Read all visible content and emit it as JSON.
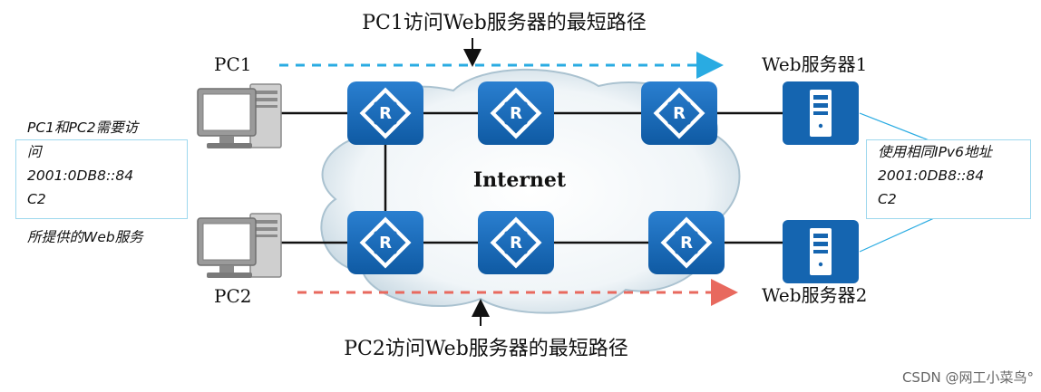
{
  "title_top": "PC1访问Web服务器的最短路径",
  "title_bottom": "PC2访问Web服务器的最短路径",
  "cloud_label": "Internet",
  "pc1_label": "PC1",
  "pc2_label": "PC2",
  "server1_label": "Web服务器1",
  "server2_label": "Web服务器2",
  "router_letter": "R",
  "left_note": {
    "line1": "PC1和PC2需要访",
    "line2": "问",
    "line3": "2001:0DB8::84",
    "line4": "C2",
    "line5": "所提供的Web服务"
  },
  "right_note": {
    "line1": "使用相同IPv6地址",
    "line2": "2001:0DB8::84",
    "line3": "C2"
  },
  "watermark": "CSDN @网工小菜鸟°",
  "colors": {
    "router_fill": "#1565b0",
    "server_fill": "#1565b0",
    "pc1_path": "#29abe2",
    "pc2_path": "#e8695e",
    "callout_border": "#9ed8ee"
  }
}
